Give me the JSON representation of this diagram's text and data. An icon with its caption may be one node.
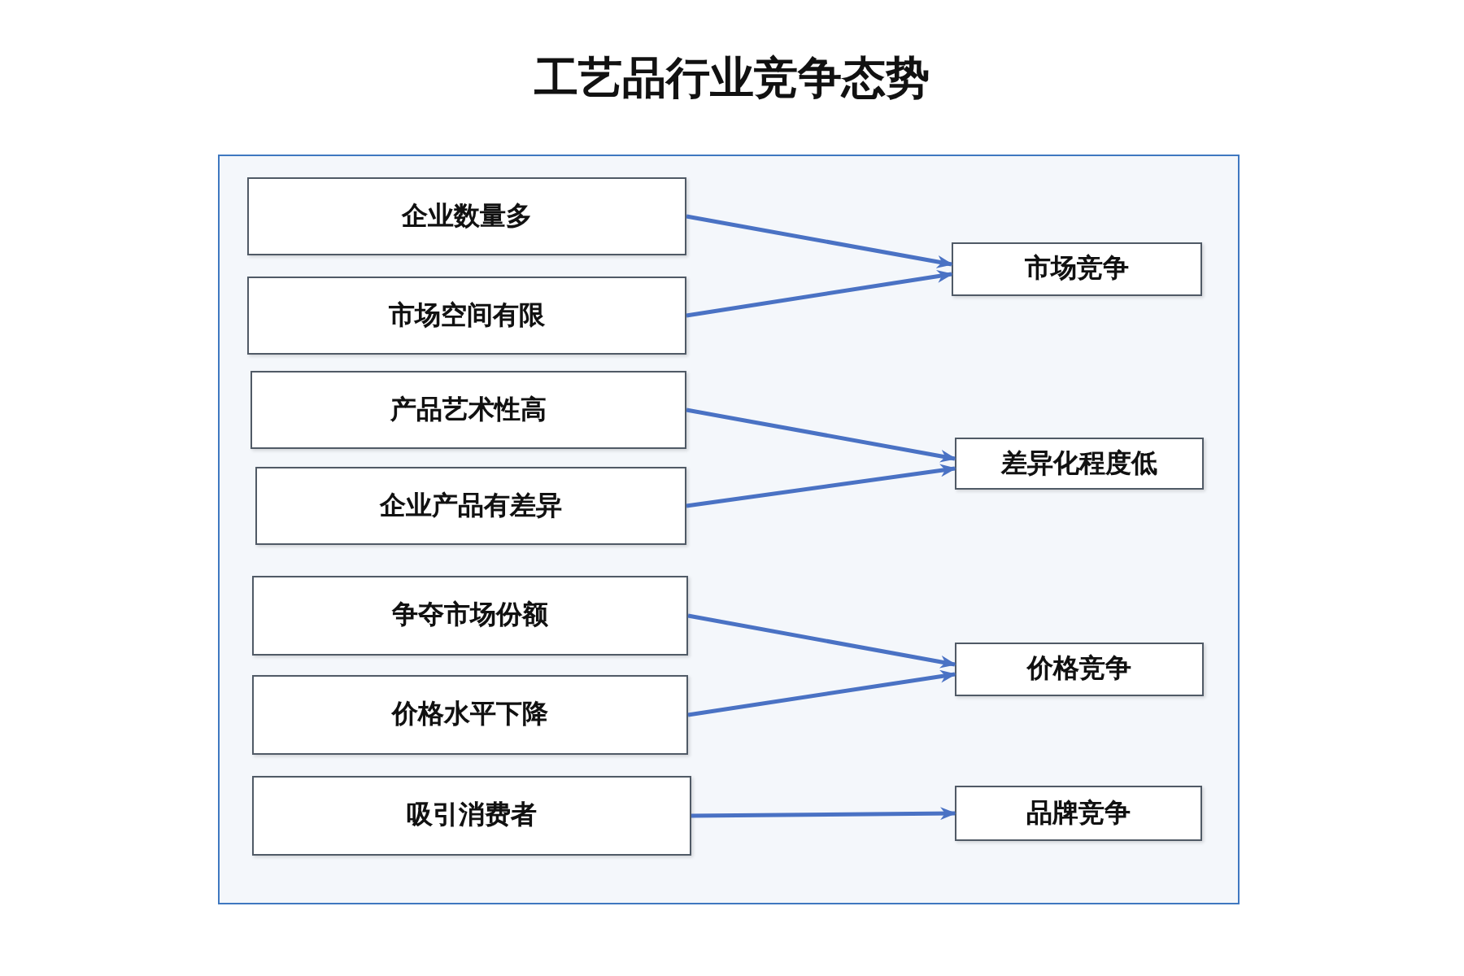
{
  "diagram": {
    "title": "工艺品行业竞争态势",
    "nodes": [
      {
        "text": [],
        "shape": "box"
      },
      {
        "text": [
          "企业数量多"
        ],
        "in": 0
      },
      {
        "text": [
          "市场空间有限"
        ],
        "in": 0
      },
      {
        "text": [
          "产品艺术性高"
        ],
        "in": 0
      },
      {
        "text": [
          "企业产品有差异"
        ],
        "in": 0
      },
      {
        "text": [
          "争夺市场份额"
        ],
        "in": 0
      },
      {
        "text": [
          "价格水平下降"
        ],
        "in": 0
      },
      {
        "text": [
          "吸引消费者"
        ],
        "in": 0
      },
      {
        "text": [
          "市场竞争"
        ],
        "in": 0
      },
      {
        "text": [
          "差异化程度低"
        ],
        "in": 0
      },
      {
        "text": [
          "价格竞争"
        ],
        "in": 0
      },
      {
        "text": [
          "品牌竞争"
        ],
        "in": 0
      }
    ],
    "edges": [
      {
        "from": 1,
        "to": 8,
        "arrow": "to"
      },
      {
        "from": 2,
        "to": 8,
        "arrow": "to"
      },
      {
        "from": 3,
        "to": 9,
        "arrow": "to"
      },
      {
        "from": 4,
        "to": 9,
        "arrow": "to"
      },
      {
        "from": 5,
        "to": 10,
        "arrow": "to"
      },
      {
        "from": 6,
        "to": 10,
        "arrow": "to"
      },
      {
        "from": 7,
        "to": 11,
        "arrow": "to"
      }
    ]
  }
}
